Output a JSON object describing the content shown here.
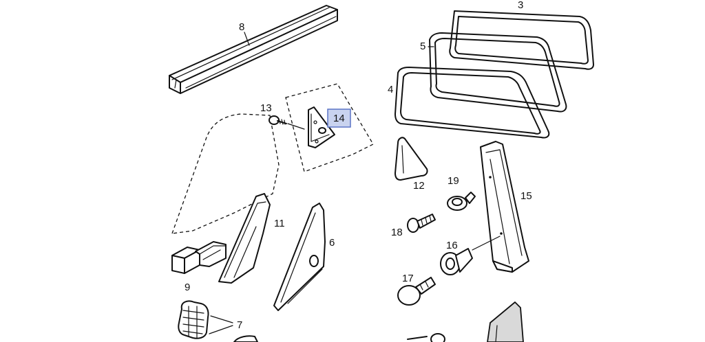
{
  "parts": {
    "p3": "3",
    "p4": "4",
    "p5": "5",
    "p6": "6",
    "p7": "7",
    "p8": "8",
    "p9": "9",
    "p11": "11",
    "p12": "12",
    "p13": "13",
    "p14": "14",
    "p15": "15",
    "p16": "16",
    "p17": "17",
    "p18": "18",
    "p19": "19"
  },
  "highlight_color": "#c9d3ef"
}
